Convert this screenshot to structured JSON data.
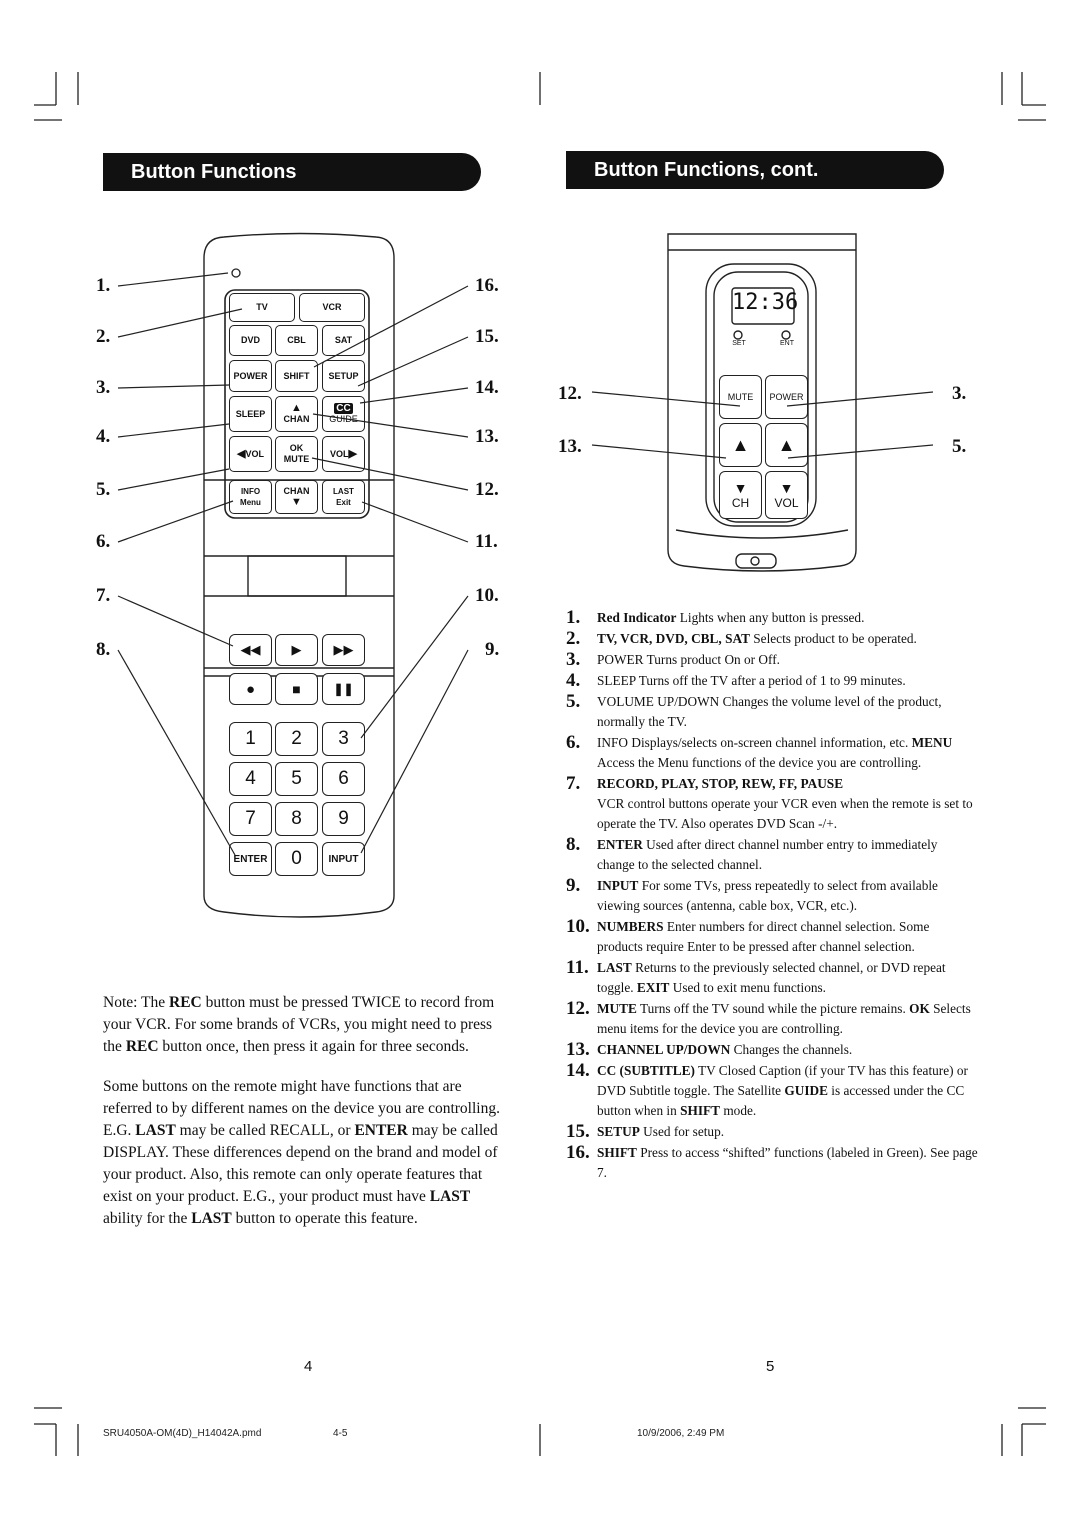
{
  "headers": {
    "left": "Button Functions",
    "right": "Button Functions, cont."
  },
  "left_callouts": [
    "1.",
    "2.",
    "3.",
    "4.",
    "5.",
    "6.",
    "7.",
    "8."
  ],
  "right_callouts": [
    "16.",
    "15.",
    "14.",
    "13.",
    "12.",
    "11.",
    "10.",
    "9."
  ],
  "small_callouts": {
    "left": [
      "12.",
      "13."
    ],
    "right": [
      "3.",
      "5."
    ]
  },
  "remote": {
    "mode_buttons": [
      "TV",
      "VCR"
    ],
    "row_dvd": [
      "DVD",
      "CBL",
      "SAT"
    ],
    "row_power": [
      "POWER",
      "SHIFT",
      "SETUP"
    ],
    "sleep": "SLEEP",
    "chan_up": "CHAN",
    "cc": "CC",
    "guide": "GUIDE",
    "vol_left": "VOL",
    "ok": "OK",
    "mute": "MUTE",
    "vol_right": "VOL",
    "info": "INFO",
    "menu": "Menu",
    "chan_down": "CHAN",
    "last": "LAST",
    "exit": "Exit",
    "keypad": [
      "1",
      "2",
      "3",
      "4",
      "5",
      "6",
      "7",
      "8",
      "9",
      "ENTER",
      "0",
      "INPUT"
    ]
  },
  "closed_remote": {
    "clock": "12:36",
    "set": "SET",
    "ent": "ENT",
    "mute": "MUTE",
    "power": "POWER",
    "ch": "CH",
    "vol": "VOL"
  },
  "note_paragraphs": [
    [
      {
        "t": "Note: The "
      },
      {
        "t": "REC",
        "b": true
      },
      {
        "t": " button must be pressed TWICE to record from your VCR. For some brands of VCRs, you might need to press the "
      },
      {
        "t": "REC",
        "b": true
      },
      {
        "t": " button once, then press it again for three seconds."
      }
    ],
    [
      {
        "t": "Some buttons on the remote might have functions that are referred to by different names on the device you are controlling. E.G. "
      },
      {
        "t": "LAST",
        "b": true
      },
      {
        "t": " may be called RECALL, or "
      },
      {
        "t": "ENTER",
        "b": true
      },
      {
        "t": " may be called DISPLAY. These differences depend on the brand and model of your product. Also, this remote can only operate features that exist on your product. E.G., your product must have "
      },
      {
        "t": "LAST",
        "b": true
      },
      {
        "t": " ability for the "
      },
      {
        "t": "LAST",
        "b": true
      },
      {
        "t": " button to operate this feature."
      }
    ]
  ],
  "items": [
    {
      "num": "1.",
      "parts": [
        {
          "t": "Red Indicator",
          "b": true
        },
        {
          "t": " Lights when any button is pressed."
        }
      ]
    },
    {
      "num": "2.",
      "parts": [
        {
          "t": "TV, VCR, DVD, CBL, SAT",
          "b": true
        },
        {
          "t": " Selects product to be operated."
        }
      ]
    },
    {
      "num": "3.",
      "parts": [
        {
          "t": "POWER",
          "b": false
        },
        {
          "t": " Turns product On or Off."
        }
      ]
    },
    {
      "num": "4.",
      "parts": [
        {
          "t": "SLEEP",
          "b": false
        },
        {
          "t": " Turns off the TV after a period of 1 to 99 minutes."
        }
      ]
    },
    {
      "num": "5.",
      "parts": [
        {
          "t": "VOLUME UP/DOWN",
          "b": false
        },
        {
          "t": " Changes the volume level of the product, normally the TV."
        }
      ]
    },
    {
      "num": "6.",
      "parts": [
        {
          "t": "INFO",
          "b": false
        },
        {
          "t": " Displays/selects on-screen channel information, etc. "
        },
        {
          "t": "MENU",
          "b": true
        },
        {
          "t": " Access the Menu functions of the device you are controlling."
        }
      ]
    },
    {
      "num": "7.",
      "parts": [
        {
          "t": "RECORD, PLAY, STOP, REW, FF, PAUSE",
          "b": true
        },
        {
          "t": " VCR control buttons operate your VCR even when the remote is set to operate the TV. Also operates DVD Scan -/+."
        }
      ]
    },
    {
      "num": "8.",
      "parts": [
        {
          "t": "ENTER",
          "b": true
        },
        {
          "t": " Used after direct channel number entry to immediately change to the selected channel."
        }
      ]
    },
    {
      "num": "9.",
      "parts": [
        {
          "t": "INPUT",
          "b": true
        },
        {
          "t": " For some TVs, press repeatedly to select from available viewing sources (antenna, cable box, VCR, etc.)."
        }
      ]
    },
    {
      "num": "10.",
      "parts": [
        {
          "t": "NUMBERS",
          "b": true
        },
        {
          "t": " Enter numbers for direct channel selection. Some products require Enter to be pressed after channel selection."
        }
      ]
    },
    {
      "num": "11.",
      "parts": [
        {
          "t": "LAST",
          "b": true
        },
        {
          "t": " Returns to the previously selected channel, or DVD repeat toggle. "
        },
        {
          "t": "EXIT",
          "b": true
        },
        {
          "t": " Used to exit menu functions."
        }
      ]
    },
    {
      "num": "12.",
      "parts": [
        {
          "t": "MUTE",
          "b": true
        },
        {
          "t": " Turns off the TV sound while the picture remains. "
        },
        {
          "t": "OK",
          "b": true
        },
        {
          "t": " Selects menu items for the device you are controlling."
        }
      ]
    },
    {
      "num": "13.",
      "parts": [
        {
          "t": "CHANNEL UP/DOWN",
          "b": true
        },
        {
          "t": " Changes the channels."
        }
      ]
    },
    {
      "num": "14.",
      "parts": [
        {
          "t": "CC (SUBTITLE)",
          "b": true
        },
        {
          "t": " TV Closed Caption (if your TV has this feature) or DVD Subtitle toggle. The Satellite "
        },
        {
          "t": "GUIDE",
          "b": true
        },
        {
          "t": " is accessed under the CC button when in "
        },
        {
          "t": "SHIFT",
          "b": true
        },
        {
          "t": " mode."
        }
      ]
    },
    {
      "num": "15.",
      "parts": [
        {
          "t": "SETUP",
          "b": true
        },
        {
          "t": " Used for setup."
        }
      ]
    },
    {
      "num": "16.",
      "parts": [
        {
          "t": "SHIFT",
          "b": true
        },
        {
          "t": " Press to access “shifted” functions (labeled in Green). See page 7."
        }
      ]
    }
  ],
  "page_numbers": [
    "4",
    "5"
  ],
  "footer": {
    "file": "SRU4050A-OM(4D)_H14042A.pmd",
    "pages": "4-5",
    "date": "10/9/2006, 2:49 PM"
  }
}
